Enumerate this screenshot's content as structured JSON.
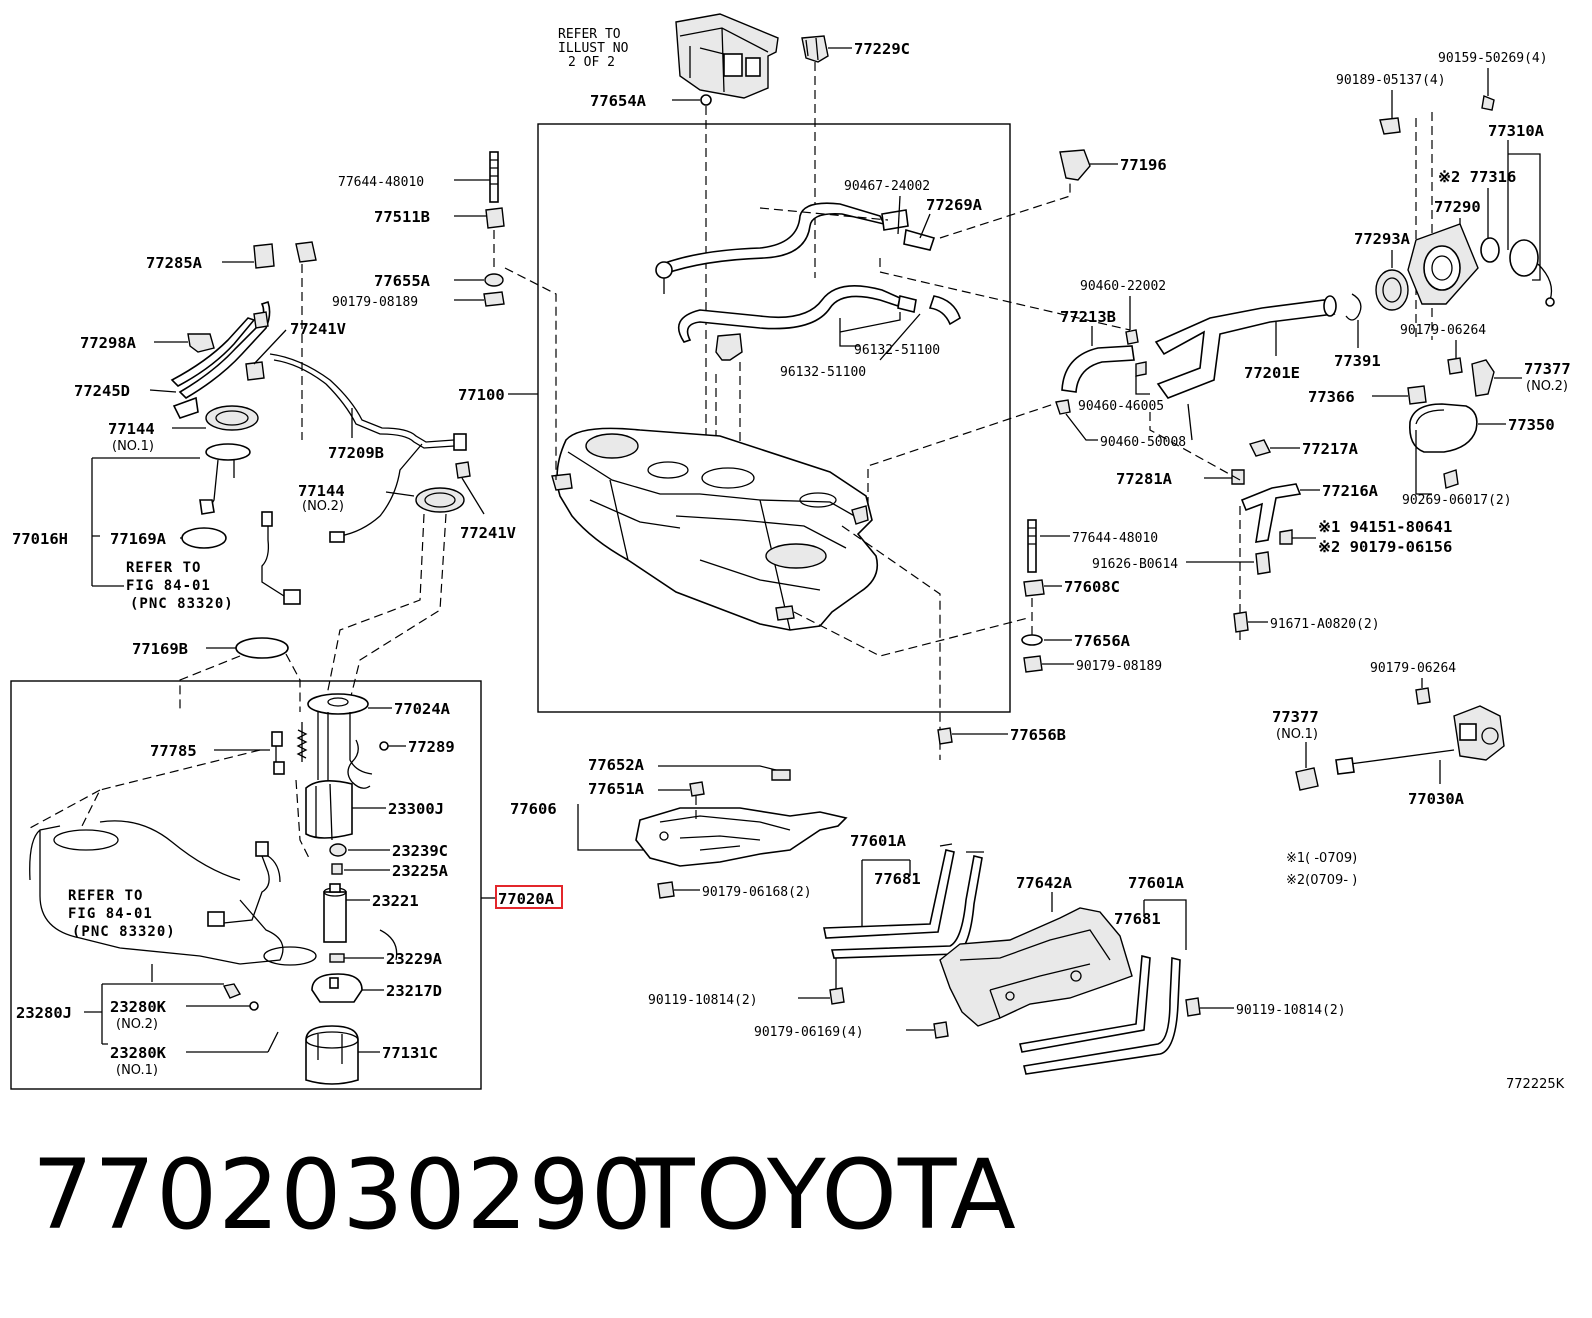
{
  "part_number": "7702030290",
  "brand": "TOYOTA",
  "diagram_code": "772225K",
  "highlighted_label": "77020A",
  "highlight_color": "#e3262b",
  "refer_illust": [
    "REFER TO",
    "ILLUST NO",
    "2 OF 2"
  ],
  "refer_fig_top": [
    "REFER TO",
    "FIG 84-01",
    "(PNC 83320)"
  ],
  "refer_fig_bottom": [
    "REFER TO",
    "FIG 84-01",
    "(PNC 83320)"
  ],
  "footnotes": [
    "※1(     -0709)",
    "※2(0709-     )"
  ],
  "callouts": {
    "c77229C": "77229C",
    "c77654A": "77654A",
    "c90159": "90159-50269(4)",
    "c90189": "90189-05137(4)",
    "c77310A": "77310A",
    "c77316": "※2 77316",
    "c77290": "77290",
    "c77293A": "77293A",
    "c77196": "77196",
    "c90467": "90467-24002",
    "c77269A": "77269A",
    "c77644top": "77644-48010",
    "c77511B": "77511B",
    "c77655A": "77655A",
    "c90179top": "90179-08189",
    "c77285A": "77285A",
    "c77298A": "77298A",
    "c77241Vtop": "77241V",
    "c77245D": "77245D",
    "c77144no1": "77144",
    "no1a": "(NO.1)",
    "c77209B": "77209B",
    "c77144no2": "77144",
    "no2a": "(NO.2)",
    "c77241Vbot": "77241V",
    "c77016H": "77016H",
    "c77169A": "77169A",
    "c77169B": "77169B",
    "c77100": "77100",
    "c96132a": "96132-51100",
    "c96132b": "96132-51100",
    "c90460a": "90460-22002",
    "c77213B": "77213B",
    "c77201E": "77201E",
    "c77391": "77391",
    "c90179r": "90179-06264",
    "c77377top": "77377",
    "no2b": "(NO.2)",
    "c77366": "77366",
    "c90460b": "90460-46005",
    "c77350": "77350",
    "c90460c": "90460-50008",
    "c77217A": "77217A",
    "c77281A": "77281A",
    "c77216A": "77216A",
    "c90269": "90269-06017(2)",
    "c77644mid": "77644-48010",
    "c94151": "※1 94151-80641",
    "c90179x2": "※2 90179-06156",
    "c91626": "91626-B0614",
    "c77608C": "77608C",
    "c91671": "91671-A0820(2)",
    "c77656A": "77656A",
    "c90179mid": "90179-08189",
    "c90179r2": "90179-06264",
    "c77377bot": "77377",
    "no1b": "(NO.1)",
    "c77030A": "77030A",
    "c77024A": "77024A",
    "c77289": "77289",
    "c77785": "77785",
    "c23300J": "23300J",
    "c23239C": "23239C",
    "c23225A": "23225A",
    "c23221": "23221",
    "c23229A": "23229A",
    "c23217D": "23217D",
    "c23280K1": "23280K",
    "no2c": "(NO.2)",
    "c23280J": "23280J",
    "c23280K2": "23280K",
    "no1c": "(NO.1)",
    "c77131C": "77131C",
    "c77656B": "77656B",
    "c77652A": "77652A",
    "c77651A": "77651A",
    "c77606": "77606",
    "c90179bot": "90179-06168(2)",
    "c77601Aa": "77601A",
    "c77681a": "77681",
    "c77642A": "77642A",
    "c77601Ab": "77601A",
    "c77681b": "77681",
    "c90119a": "90119-10814(2)",
    "c90179b4": "90179-06169(4)",
    "c90119b": "90119-10814(2)"
  }
}
